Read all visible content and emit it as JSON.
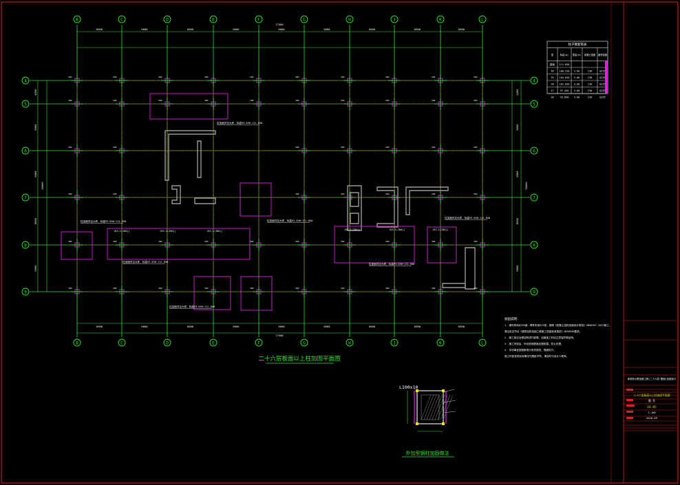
{
  "grid": {
    "x_axes": [
      "B",
      "C",
      "D",
      "E",
      "F",
      "G",
      "H",
      "J",
      "K",
      "L"
    ],
    "y_axes": [
      "4",
      "5",
      "6",
      "7",
      "8",
      "9"
    ],
    "x_spacings_top": [
      "6600",
      "6600",
      "6600",
      "6600",
      "6600",
      "6600",
      "6600",
      "6600",
      "6600"
    ],
    "x_spacings_bottom": [
      "6600",
      "6600",
      "6600",
      "6600",
      "6600",
      "6600",
      "6600",
      "6600",
      "6600"
    ],
    "overall_top": "77400",
    "overall_bottom": "77400",
    "y_spacings_left": [
      "4200",
      "6600",
      "6600",
      "6600",
      "6600"
    ],
    "y_spacings_right": [
      "4200",
      "6600",
      "6600",
      "6600",
      "6600"
    ],
    "overall_left": "30600",
    "overall_right": "30600"
  },
  "plan_title": "二十六层板面以上柱加固平面图",
  "detail_title": "外包型钢柱加固做法",
  "detail_label": "L100x10",
  "table": {
    "title": "柱子钢套筒表",
    "headers": [
      "层",
      "标高(m)",
      "层高(m)",
      "混凝土强度",
      "钢材强度"
    ],
    "rows": [
      [
        "屋面",
        "111.050",
        "",
        "",
        ""
      ],
      [
        "30",
        "108.250",
        "3.60",
        "C30",
        "Q235"
      ],
      [
        "29",
        "104.650",
        "3.60",
        "C30",
        "Q235"
      ],
      [
        "28",
        "101.050",
        "3.60",
        "C30",
        "Q235"
      ],
      [
        "27",
        "97.450",
        "3.60",
        "C30",
        "Q235"
      ],
      [
        "26",
        "93.850",
        "3.60",
        "C30",
        "Q235"
      ]
    ]
  },
  "notes": {
    "heading": "加固说明：",
    "lines": [
      "1. 钢材采用Q235钢，焊条采用E43型，按照《混凝土结构加固设计规范》GB50367-2013施工。",
      "   灌注胶应符合《建筑结构加固工程施工质量验收规范》GB50550要求。",
      "2. 施工前应对原结构进行卸载，加固施工时应注意保护原结构。",
      "3. 施工完成后，外包型钢表面应做防腐、防火处理。",
      "4. 未尽事宜按国家现行有关规范、规程执行。",
      "   施工时如发现实际情况与图纸不符，请及时与设计人联系。"
    ]
  },
  "callouts": [
    "柱加固详见大样，标高93.850~111.050",
    "柱加固详见大样，标高93.850~111.050",
    "柱加固详见大样，标高93.850~111.050",
    "柱加固详见大样，标高93.850~111.050",
    "柱加固详见大样，标高93.850~111.050",
    "柱加固详见大样，标高93.850~111.050",
    "柱加固详见大样，标高93.850~111.050"
  ],
  "column_tags": [
    "(KZ-1(20A))",
    "(KZ-1(20A))",
    "(KZ-1(20A))",
    "(KZ-1(20A))",
    "(KZ-1(20A))",
    "(KZ-1(20A))"
  ],
  "title_block": {
    "project": "某商务大厦加固工程(二十六层~屋面)加固设计",
    "drawing_name": "二十六层板面以上柱加固平面图",
    "drawing_no_label": "图 号",
    "drawing_no": "GS-05",
    "scale": "1:100",
    "date": "2020.09"
  },
  "colors": {
    "axis": "#2ee82e",
    "centerline": "#e02020",
    "highlight": "#e020e0",
    "text": "#ffffff",
    "titleblock": "#e02020",
    "accent": "#f0e000"
  }
}
